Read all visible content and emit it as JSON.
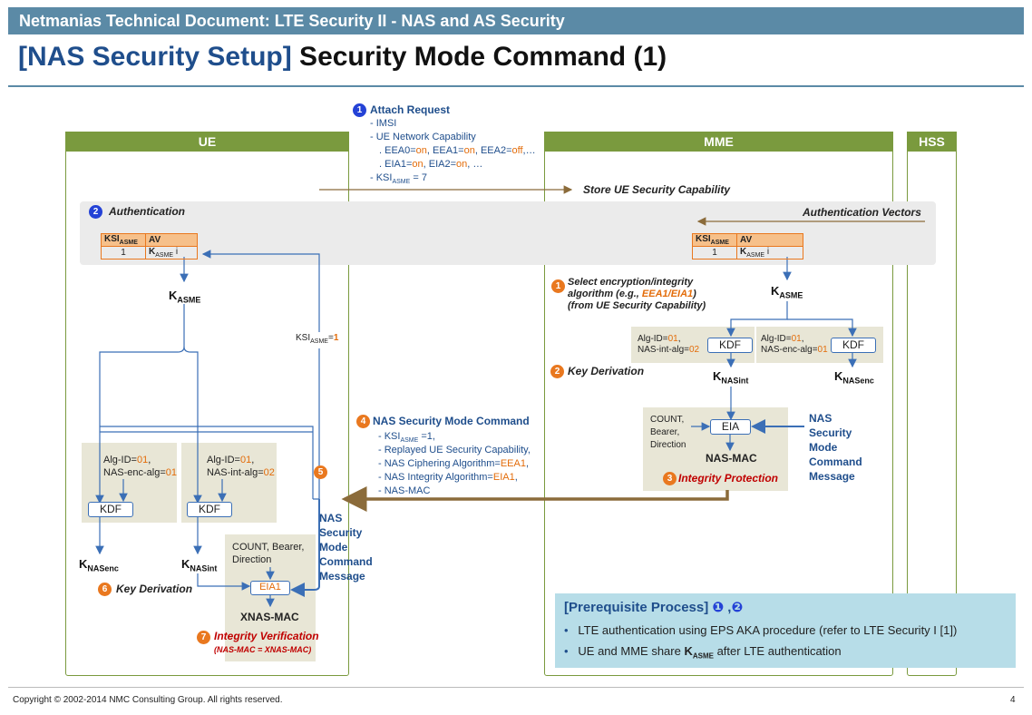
{
  "header": "Netmanias Technical Document: LTE Security II - NAS and AS Security",
  "title_bracket": "[NAS Security Setup]",
  "title_rest": " Security Mode Command (1)",
  "columns": {
    "ue": "UE",
    "mme": "MME",
    "hss": "HSS"
  },
  "step1": {
    "num": "1",
    "title": "Attach Request",
    "l1": "- IMSI",
    "l2": "- UE Network Capability",
    "l3a": ". EEA0=",
    "l3b": "on",
    "l3c": ", EEA1=",
    "l3d": "on",
    "l3e": ", EEA2=",
    "l3f": "off",
    "l3g": ",…",
    "l4a": ". EIA1=",
    "l4b": "on",
    "l4c": ", EIA2=",
    "l4d": "on",
    "l4e": ", …",
    "l5a": "- KSI",
    "l5sub": "ASME",
    "l5b": " = 7"
  },
  "store": "Store UE Security Capability",
  "auth": {
    "num": "2",
    "label": "Authentication",
    "vectors": "Authentication Vectors"
  },
  "av_table": {
    "h1": "KSI",
    "h1sub": "ASME",
    "h2": "AV",
    "v1": "1",
    "v2": "K",
    "v2sub": "ASME",
    "v2i": "i"
  },
  "kasme": {
    "k": "K",
    "sub": "ASME"
  },
  "ksi_label": {
    "a": "KSI",
    "sub": "ASME",
    "b": "=",
    "c": "1"
  },
  "mme_step1": {
    "num": "1",
    "l1": "Select encryption/integrity",
    "l2a": "algorithm (e.g., ",
    "l2b": "EEA1/EIA1",
    "l2c": ")",
    "l3": "(from UE Security Capability)"
  },
  "mme_kdf_int": {
    "a1": "Alg-ID=",
    "a2": "01",
    "a3": ",",
    "b1": "NAS-int-alg=",
    "b2": "02",
    "kdf": "KDF"
  },
  "mme_kdf_enc": {
    "a1": "Alg-ID=",
    "a2": "01",
    "a3": ",",
    "b1": "NAS-enc-alg=",
    "b2": "01",
    "kdf": "KDF"
  },
  "key_deriv": {
    "num": "2",
    "label": "Key Derivation"
  },
  "knasint": {
    "k": "K",
    "sub": "NASint"
  },
  "knasenc": {
    "k": "K",
    "sub": "NASenc"
  },
  "eia_box": {
    "l1": "COUNT,",
    "l2": "Bearer,",
    "l3": "Direction",
    "eia": "EIA",
    "mac": "NAS-MAC"
  },
  "integrity": {
    "num": "3",
    "label": "Integrity Protection"
  },
  "nas_smc_right": {
    "l1": "NAS",
    "l2": "Security",
    "l3": "Mode",
    "l4": "Command",
    "l5": "Message"
  },
  "step4": {
    "num": "4",
    "title": "NAS Security Mode Command",
    "l1a": "- KSI",
    "l1sub": "ASME",
    "l1b": " =1,",
    "l2": "- Replayed UE Security Capability,",
    "l3a": "- NAS Ciphering Algorithm=",
    "l3b": "EEA1",
    "l3c": ",",
    "l4a": "- NAS Integrity Algorithm=",
    "l4b": "EIA1",
    "l4c": ",",
    "l5": "- NAS-MAC"
  },
  "step5": {
    "num": "5"
  },
  "nas_smc_mid": {
    "l1": "NAS",
    "l2": "Security",
    "l3": "Mode",
    "l4": "Command",
    "l5": "Message"
  },
  "ue_kdf_enc": {
    "a1": "Alg-ID=",
    "a2": "01",
    "a3": ",",
    "b1": "NAS-enc-alg=",
    "b2": "01",
    "kdf": "KDF"
  },
  "ue_kdf_int": {
    "a1": "Alg-ID=",
    "a2": "01",
    "a3": ",",
    "b1": "NAS-int-alg=",
    "b2": "02",
    "kdf": "KDF"
  },
  "ue_eia1": {
    "l1": "COUNT, Bearer,",
    "l2": "Direction",
    "eia": "EIA1",
    "mac": "XNAS-MAC"
  },
  "step6": {
    "num": "6",
    "label": "Key Derivation"
  },
  "step7": {
    "num": "7",
    "label": "Integrity Verification",
    "sub": "(NAS-MAC = XNAS-MAC)"
  },
  "prereq": {
    "title": "[Prerequisite Process]",
    "n1": "❶",
    "sep": " ,",
    "n2": "❷",
    "b1": "LTE authentication using EPS AKA procedure (refer to LTE Security I [1])",
    "b2a": "UE and MME share ",
    "b2k": "K",
    "b2sub": "ASME",
    "b2b": " after LTE authentication"
  },
  "footer": "Copyright © 2002-2014 NMC Consulting Group. All rights reserved.",
  "page": "4"
}
